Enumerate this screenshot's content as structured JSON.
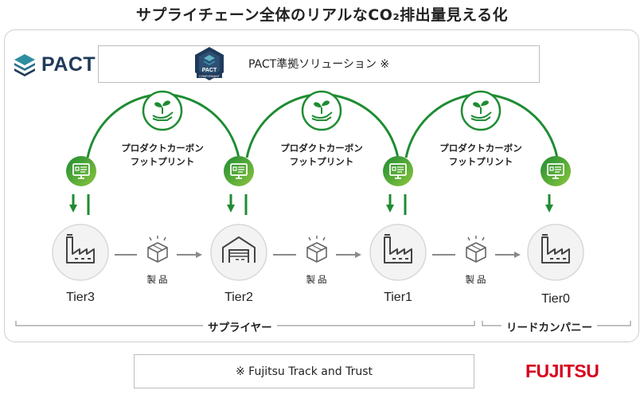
{
  "title": "サプライチェーン全体のリアルなCO₂排出量見える化",
  "pact_logo_text": "PACT",
  "pact_badge": {
    "top": "PACT",
    "bottom": "CONFORMANT"
  },
  "pact_solution_label": "PACT準拠ソリューション ※",
  "arc_labels": [
    {
      "line1": "プロダクトカーボン",
      "line2": "フットプリント"
    },
    {
      "line1": "プロダクトカーボン",
      "line2": "フットプリント"
    },
    {
      "line1": "プロダクトカーボン",
      "line2": "フットプリント"
    }
  ],
  "tiers": [
    "Tier3",
    "Tier2",
    "Tier1",
    "Tier0"
  ],
  "product_labels": [
    "製品",
    "製品",
    "製品"
  ],
  "groups": {
    "suppliers": "サプライヤー",
    "lead_company": "リードカンパニー"
  },
  "footer_note": "※ Fujitsu Track and Trust",
  "brand": "FUJITSU",
  "colors": {
    "green_dark": "#1e8c32",
    "green_light": "#8cc63f",
    "node_gray": "#f3f3f3",
    "arrow_gray": "#8a8a8a",
    "brand_red": "#d7001d",
    "pact_navy": "#1f3a5a"
  }
}
